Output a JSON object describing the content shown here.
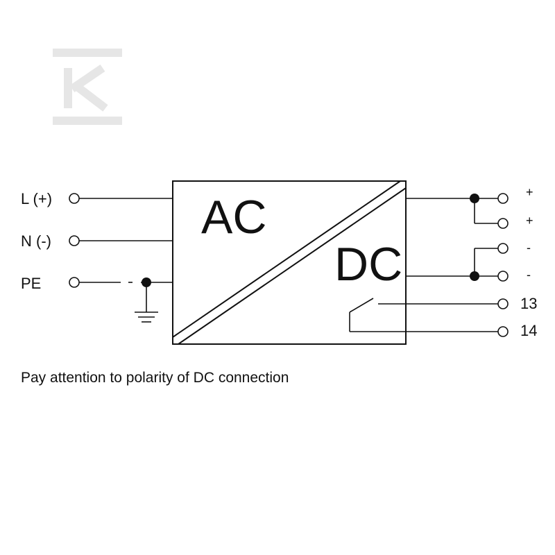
{
  "watermark": {
    "icon": "k-logo-icon"
  },
  "inputs": [
    {
      "label": "L (+)"
    },
    {
      "label": "N (-)"
    },
    {
      "label": "PE"
    }
  ],
  "converter": {
    "ac_label": "AC",
    "dc_label": "DC"
  },
  "outputs": [
    {
      "label": "+"
    },
    {
      "label": "+"
    },
    {
      "label": "-"
    },
    {
      "label": "-"
    },
    {
      "label": "13"
    },
    {
      "label": "14"
    }
  ],
  "note": "Pay attention to polarity of DC connection",
  "colors": {
    "line": "#111111",
    "background": "#ffffff",
    "watermark": "#e6e6e6"
  }
}
